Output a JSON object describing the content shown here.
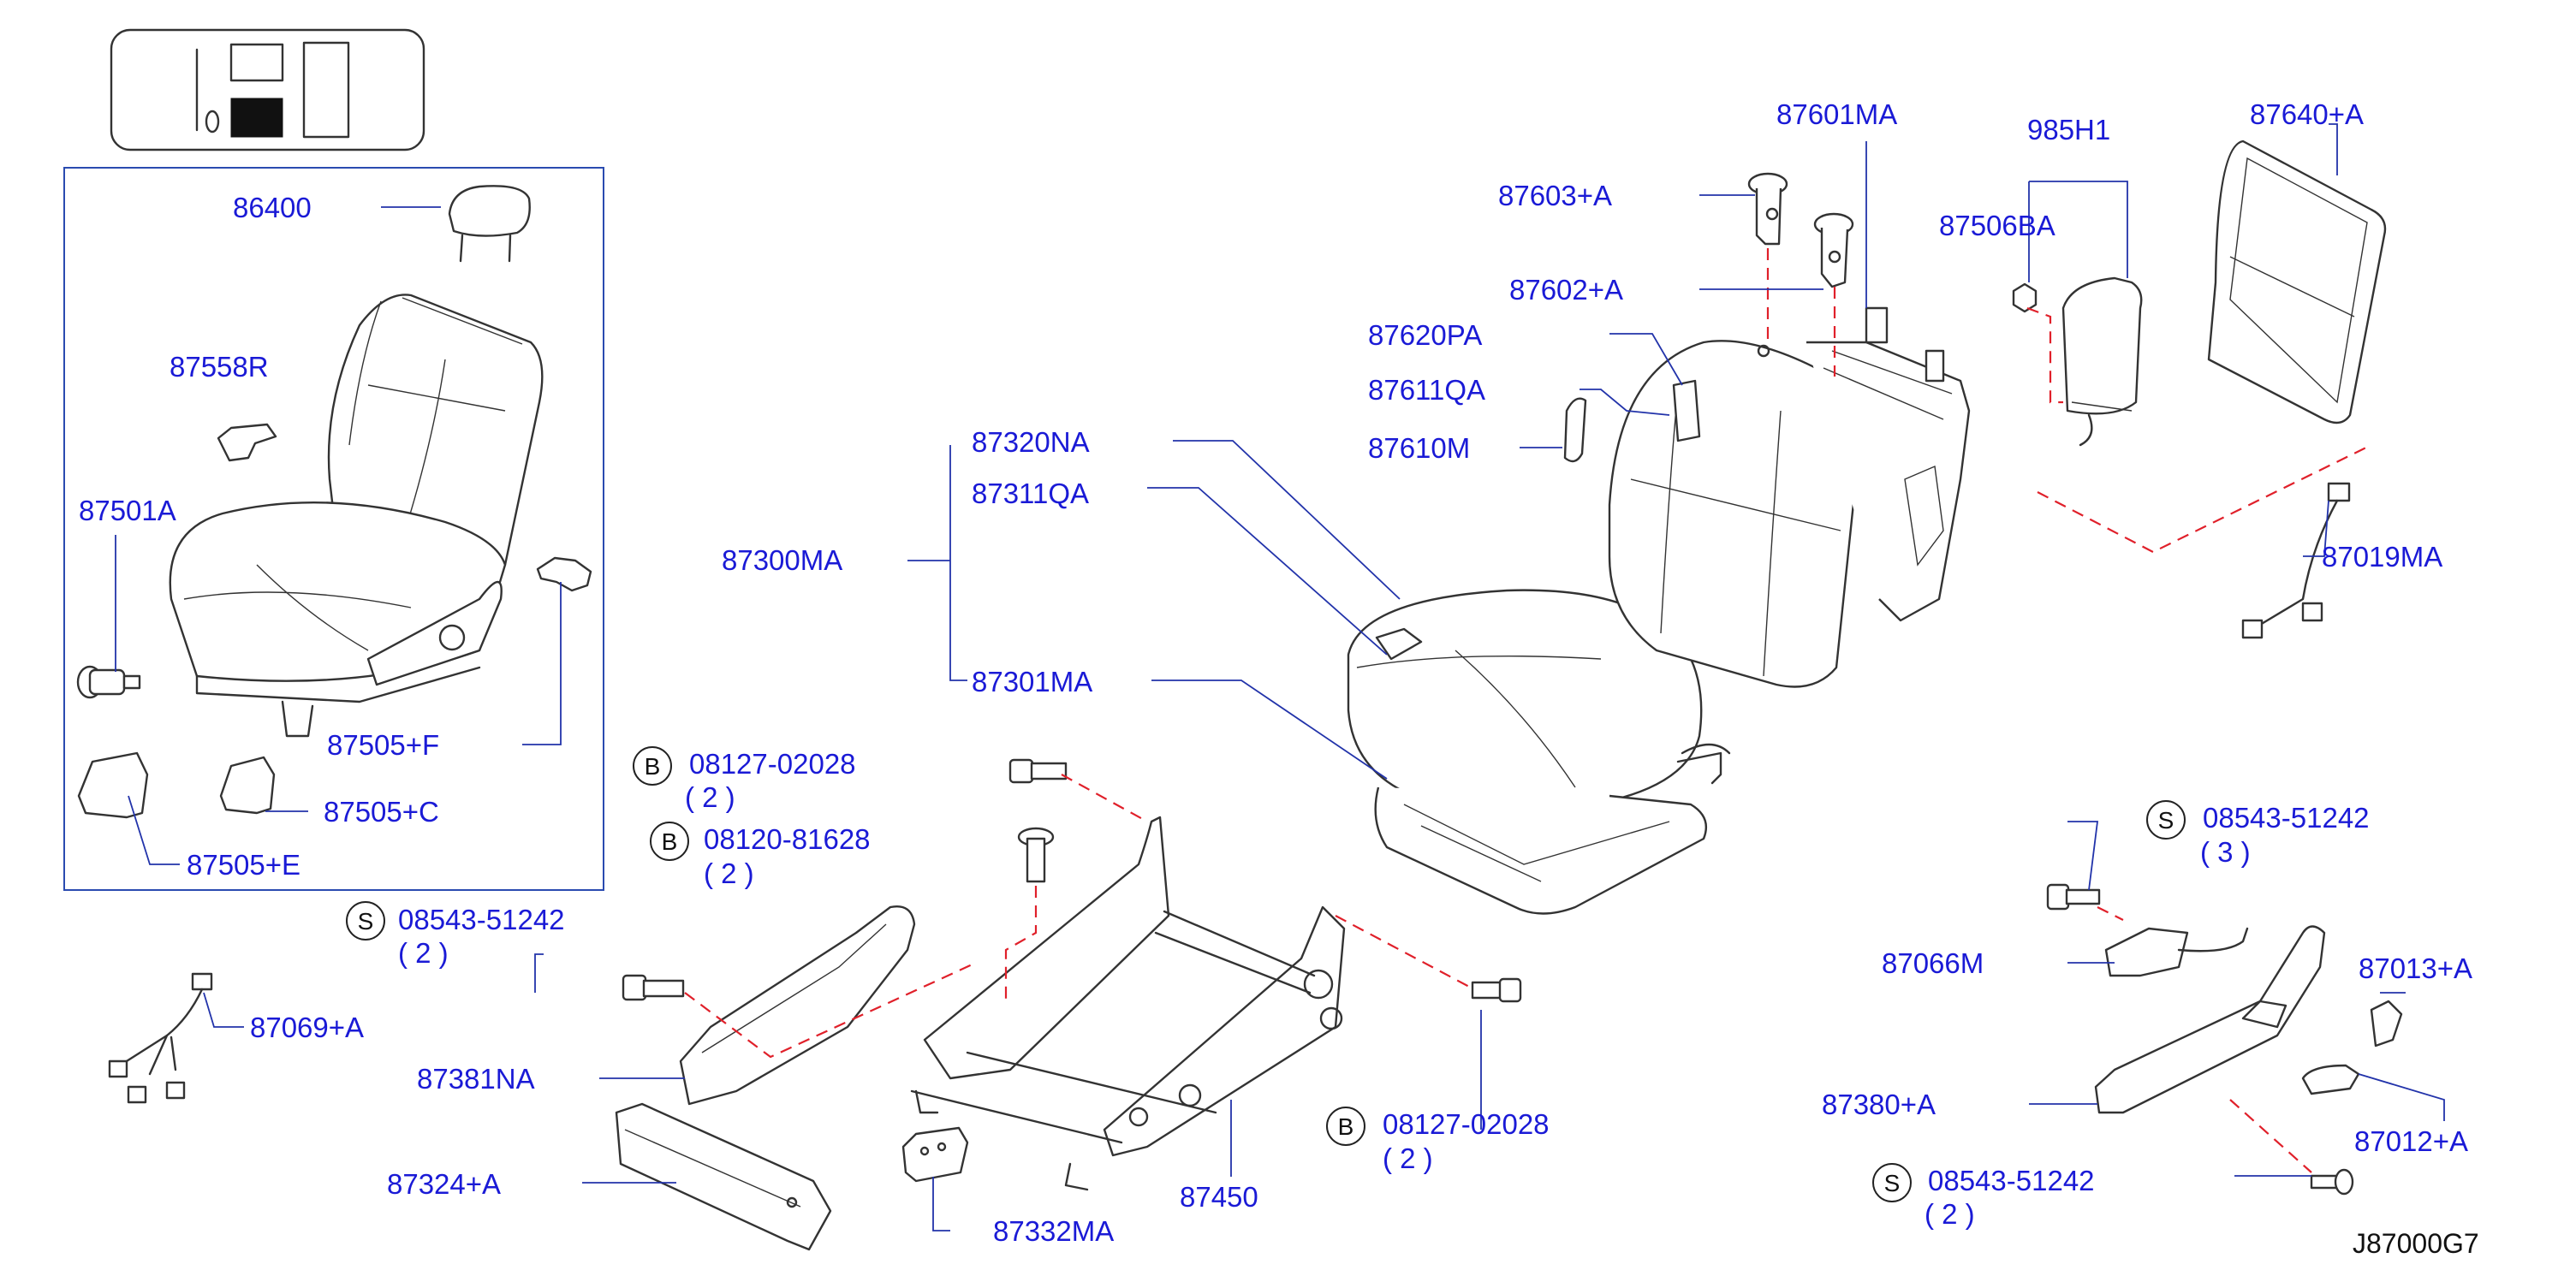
{
  "diagram_id": "J87000G7",
  "colors": {
    "label": "#1a1ad6",
    "leader": "#2233aa",
    "dashed": "#e0202a",
    "drawing": "#333333"
  },
  "locator_icon": "seat-locator-icon",
  "labels": {
    "p86400": "86400",
    "p87558R": "87558R",
    "p87501A": "87501A",
    "p87505F": "87505+F",
    "p87505C": "87505+C",
    "p87505E": "87505+E",
    "p87300MA": "87300MA",
    "p87320NA": "87320NA",
    "p87311QA": "87311QA",
    "p87301MA": "87301MA",
    "p87603A": "87603+A",
    "p87602A": "87602+A",
    "p87620PA": "87620PA",
    "p87611QA": "87611QA",
    "p87610M": "87610M",
    "p87601MA": "87601MA",
    "p985H1": "985H1",
    "p87506BA": "87506BA",
    "p87640A": "87640+A",
    "p87019MA": "87019MA",
    "p87069A": "87069+A",
    "p87381NA": "87381NA",
    "p87324A": "87324+A",
    "p87332MA": "87332MA",
    "p87450": "87450",
    "p87066M": "87066M",
    "p87380A": "87380+A",
    "p87013A": "87013+A",
    "p87012A": "87012+A"
  },
  "fasteners": [
    {
      "prefix": "B",
      "number": "08127-02028",
      "qty": "( 2 )"
    },
    {
      "prefix": "B",
      "number": "08120-81628",
      "qty": "( 2 )"
    },
    {
      "prefix": "S",
      "number": "08543-51242",
      "qty": "( 2 )"
    },
    {
      "prefix": "B",
      "number": "08127-02028",
      "qty": "( 2 )"
    },
    {
      "prefix": "S",
      "number": "08543-51242",
      "qty": "( 3 )"
    },
    {
      "prefix": "S",
      "number": "08543-51242",
      "qty": "( 2 )"
    }
  ]
}
